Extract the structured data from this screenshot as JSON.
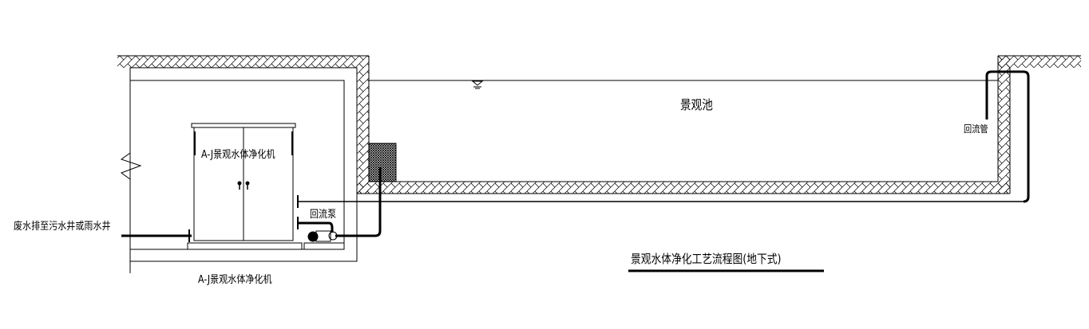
{
  "labels": {
    "pond": "景观池",
    "return_pipe": "回流管",
    "machine_inside": "A-J景观水体净化机",
    "return_pump": "回流泵",
    "wastewater": "废水排至污水井或雨水井",
    "machine_caption": "A-J景观水体净化机",
    "title": "景观水体净化工艺流程图(地下式)"
  },
  "colors": {
    "line": "#000000",
    "background": "#ffffff"
  }
}
